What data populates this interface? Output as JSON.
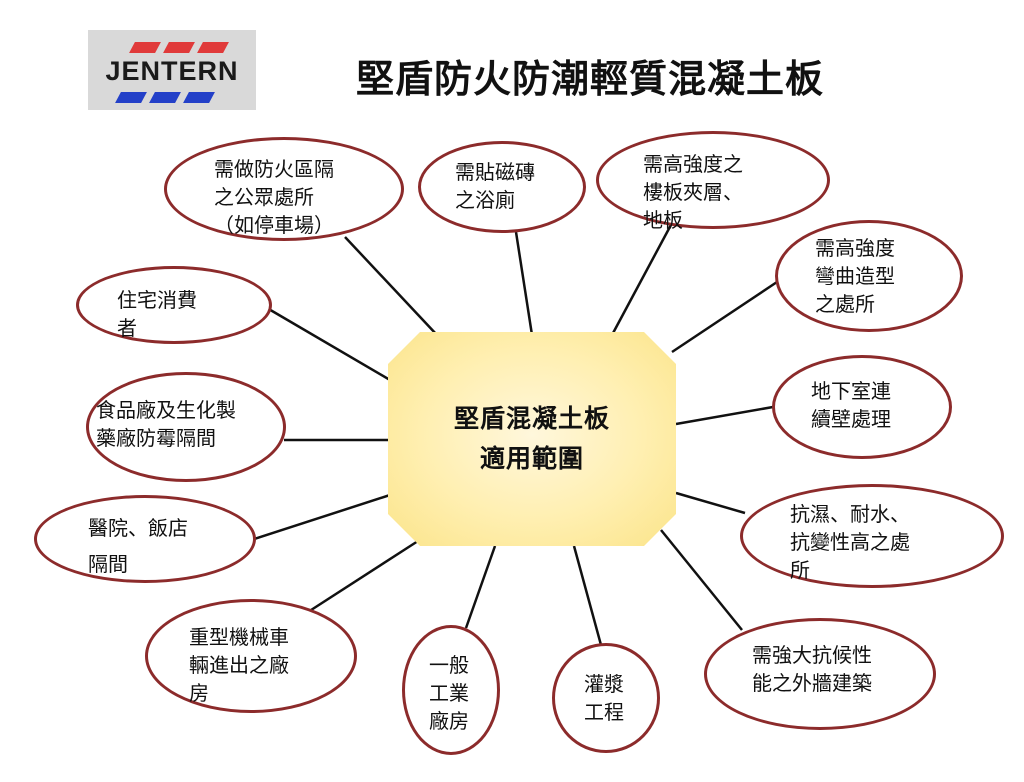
{
  "logo": {
    "text": "JENTERN",
    "accent_red": "#e03a3a",
    "accent_blue": "#2340c8"
  },
  "title": "堅盾防火防潮輕質混凝土板",
  "center": {
    "line1": "堅盾混凝土板",
    "line2": "適用範圍"
  },
  "colors": {
    "node_border": "#8c2b2b",
    "center_fill": "#ffefb0",
    "connector": "#111111"
  },
  "nodes": [
    {
      "text": "需做防火區隔\n之公眾處所\n（如停車場）"
    },
    {
      "text": "需貼磁磚\n之浴廁"
    },
    {
      "text": "需高強度之\n樓板夾層、\n地板"
    },
    {
      "text": "需高強度\n彎曲造型\n之處所"
    },
    {
      "text": "住宅消費\n者"
    },
    {
      "text": "地下室連\n續壁處理"
    },
    {
      "text": "食品廠及生化製\n藥廠防霉隔間"
    },
    {
      "text": "抗濕、耐水、\n抗變性高之處\n所"
    },
    {
      "text": "醫院、飯店\n隔間"
    },
    {
      "text": "重型機械車\n輛進出之廠\n房"
    },
    {
      "text": "一般\n工業\n廠房"
    },
    {
      "text": "灌漿\n工程"
    },
    {
      "text": "需強大抗候性\n能之外牆建築"
    }
  ]
}
